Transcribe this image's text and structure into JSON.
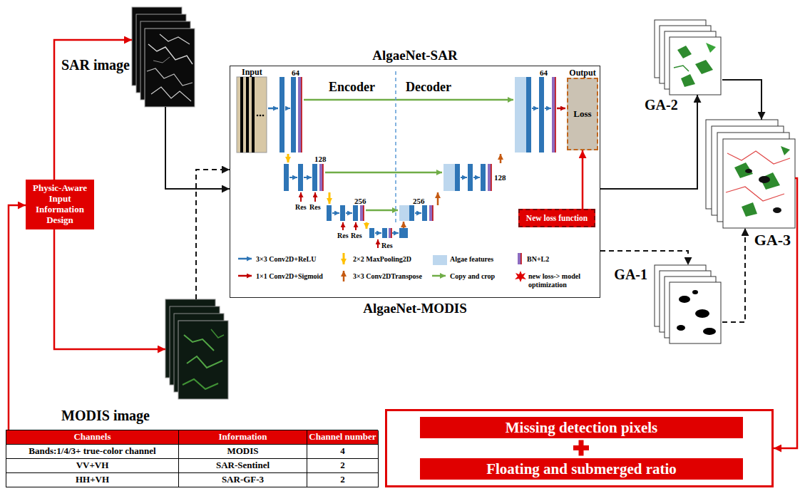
{
  "diagram": {
    "nodes": [
      {
        "text": [
          "SAR image"
        ]
      },
      {
        "text": [
          "Physic-Aware Input Information Design"
        ]
      },
      {
        "text": [
          "MODIS image"
        ]
      },
      {
        "text": [
          "Channels",
          "Information",
          "Channel number",
          "Bands:1/4/3+ true-color channel",
          "MODIS",
          "4",
          "VV+VH",
          "SAR-Sentinel",
          "2",
          "HH+VH",
          "SAR-GF-3",
          "2"
        ]
      },
      {
        "text": [
          "AlgaeNet-SAR",
          "AlgaeNet-MODIS"
        ]
      },
      {
        "text": [
          "Output",
          "Loss"
        ],
        "in": 4
      },
      {
        "text": [
          "New loss function"
        ],
        "in": 4
      },
      {
        "text": [
          "GA-2"
        ]
      },
      {
        "text": [
          "GA-3"
        ]
      },
      {
        "text": [
          "GA-1"
        ]
      },
      {
        "text": [
          "Missing detection pixels",
          "Floating and submerged ratio"
        ]
      }
    ],
    "edges": [
      {
        "from": 3,
        "to": 1,
        "arrow": "to"
      },
      {
        "from": 1,
        "to": 0,
        "arrow": "to"
      },
      {
        "from": 1,
        "to": 2,
        "arrow": "to"
      },
      {
        "from": 0,
        "to": 4,
        "arrow": "to"
      },
      {
        "from": 2,
        "to": 4,
        "arrow": "to"
      },
      {
        "from": 4,
        "to": 7,
        "arrow": "to"
      },
      {
        "from": 4,
        "to": 9,
        "arrow": "to"
      },
      {
        "from": 7,
        "to": 8,
        "arrow": "to"
      },
      {
        "from": 9,
        "to": 8,
        "arrow": "to"
      },
      {
        "from": 8,
        "to": 10,
        "arrow": "to"
      },
      {
        "from": 6,
        "to": 5,
        "arrow": "to"
      }
    ],
    "labels": [
      "Input",
      "64",
      "Encoder",
      "Decoder",
      "64",
      "128",
      "Res",
      "Res",
      "128",
      "256",
      "256",
      "Res",
      "Res",
      "Res"
    ],
    "legend": [
      {
        "text": "3×3 Conv2D+ReLU"
      },
      {
        "text": "2×2 MaxPooling2D"
      },
      {
        "text": "Algae features",
        "color": "#bdd7ee"
      },
      {
        "text": "BN+L2"
      },
      {
        "text": "1×1 Conv2D+Sigmoid"
      },
      {
        "text": "3×3 Conv2DTranspose"
      },
      {
        "text": "Copy and crop"
      },
      {
        "text": "new loss-> model optimization"
      }
    ]
  }
}
